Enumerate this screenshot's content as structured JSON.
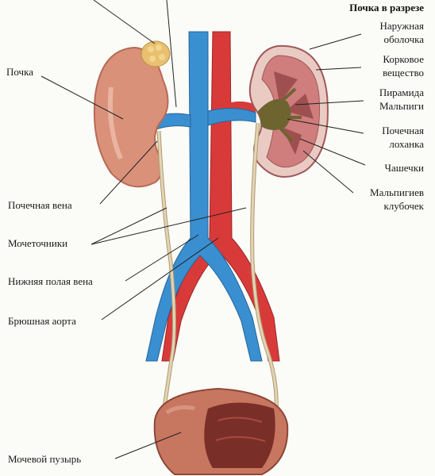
{
  "title": "Почка в разрезе",
  "labels": {
    "kidney": "Почка",
    "renal_vein": "Почечная вена",
    "ureters": "Мочеточники",
    "inferior_vena_cava": "Нижняя полая вена",
    "abdominal_aorta": "Брюшная аорта",
    "bladder": "Мочевой пузырь",
    "outer_capsule_1": "Наружная",
    "outer_capsule_2": "оболочка",
    "cortex_1": "Корковое",
    "cortex_2": "вещество",
    "pyramid_1": "Пирамида",
    "pyramid_2": "Мальпиги",
    "pelvis_1": "Почечная",
    "pelvis_2": "лоханка",
    "calyces": "Чашечки",
    "glomerulus_1": "Мальпигиев",
    "glomerulus_2": "клубочек"
  },
  "colors": {
    "vein": "#3a8fd0",
    "artery": "#d83a3a",
    "kidney": "#d9917a",
    "kidney_dark": "#b86a55",
    "adrenal": "#e8c070",
    "ureter": "#d9c9a8",
    "bladder": "#c77660",
    "cortex": "#cf7d7d",
    "pelvis": "#6e6430"
  }
}
